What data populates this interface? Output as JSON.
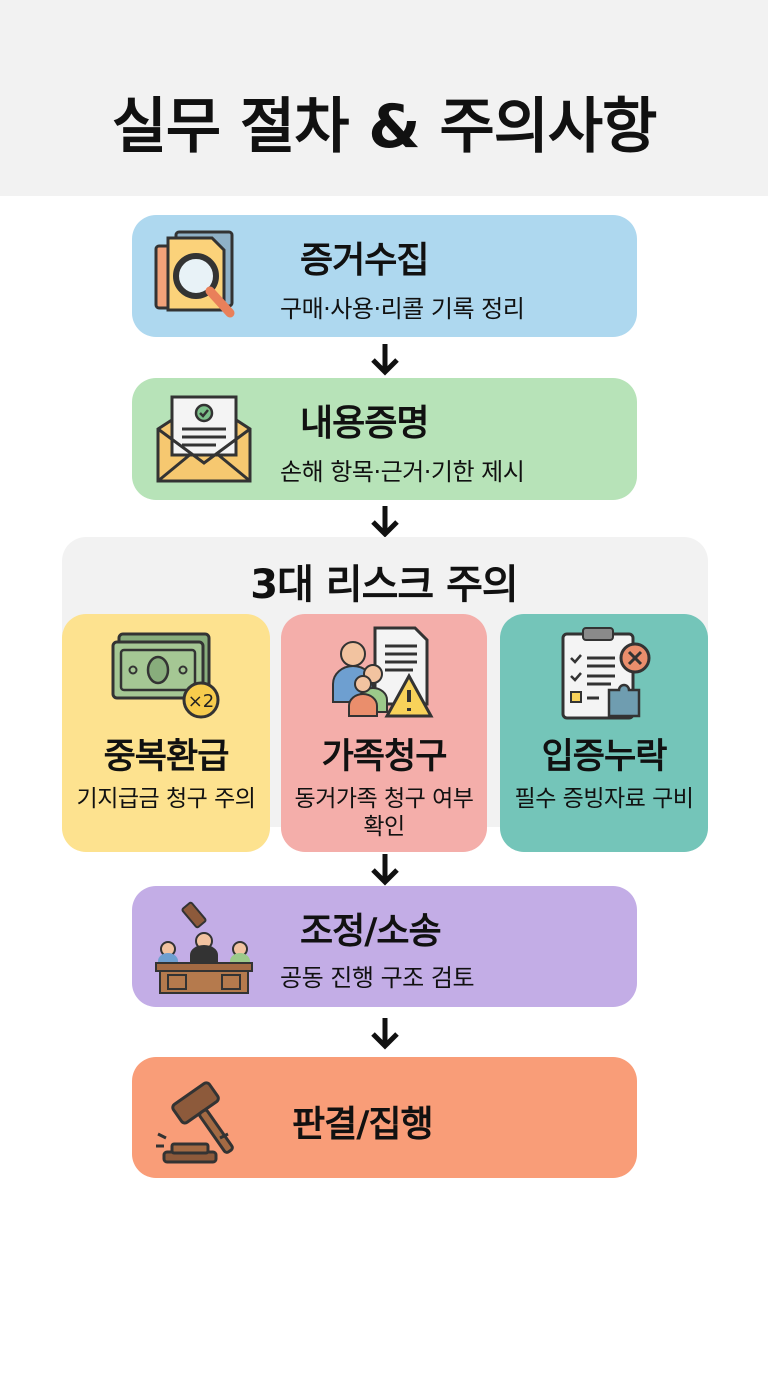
{
  "title": "실무 절차 & 주의사항",
  "steps": [
    {
      "title": "증거수집",
      "subtitle": "구매·사용·리콜 기록 정리",
      "icon": "document-search-icon",
      "color": "#aed8ef"
    },
    {
      "title": "내용증명",
      "subtitle": "손해 항목·근거·기한 제시",
      "icon": "envelope-letter-icon",
      "color": "#b7e3b8"
    },
    {
      "title": "조정/소송",
      "subtitle": "공동 진행 구조 검토",
      "icon": "courtroom-icon",
      "color": "#c3ade6"
    },
    {
      "title": "판결/집행",
      "icon": "gavel-icon",
      "color": "#f99d78"
    }
  ],
  "risks": {
    "title": "3대 리스크 주의",
    "items": [
      {
        "title": "중복환급",
        "subtitle": "기지급금 청구 주의",
        "badge": "×2",
        "icon": "money-double-icon",
        "color": "#fde28f"
      },
      {
        "title": "가족청구",
        "subtitle": "동거가족 청구 여부 확인",
        "icon": "family-warning-icon",
        "color": "#f4aeaa"
      },
      {
        "title": "입증누락",
        "subtitle": "필수 증빙자료 구비",
        "icon": "checklist-missing-icon",
        "color": "#74c5b9"
      }
    ]
  }
}
